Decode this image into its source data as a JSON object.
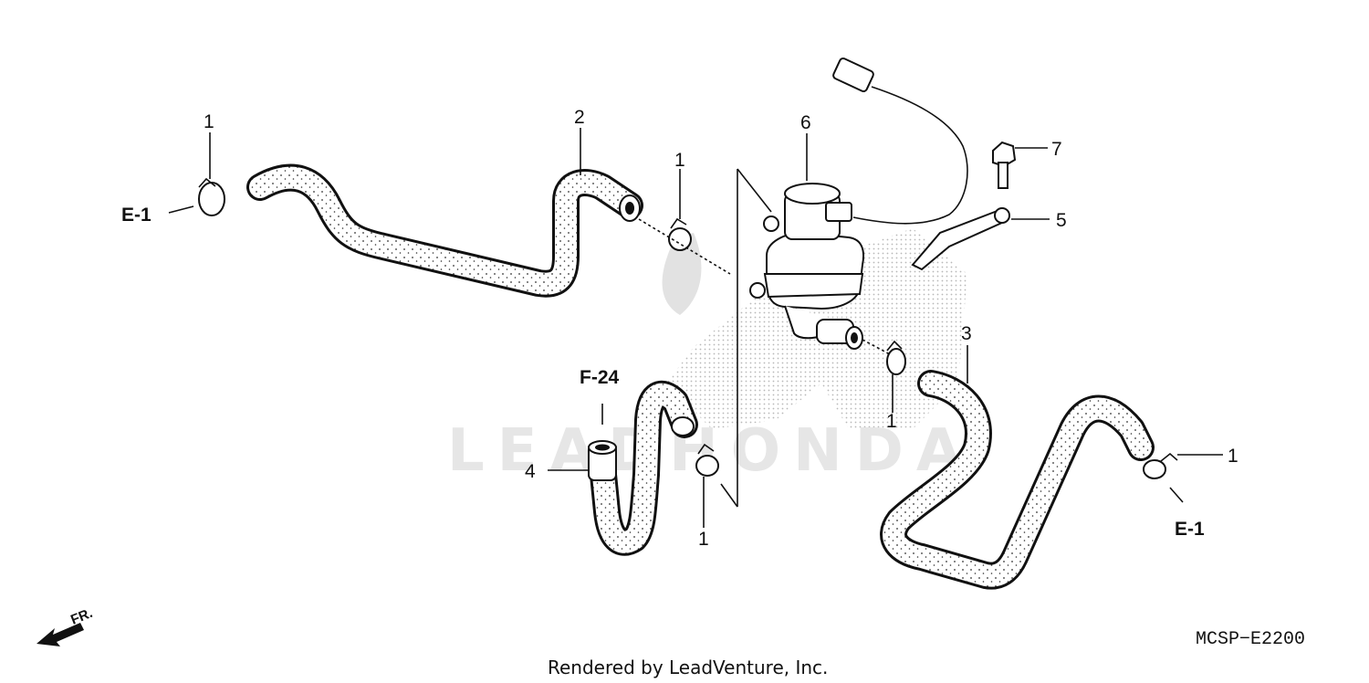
{
  "callouts": {
    "c1_a": "1",
    "c2": "2",
    "c1_b": "1",
    "c6": "6",
    "c7": "7",
    "c5": "5",
    "c3": "3",
    "c1_c": "1",
    "c1_d": "1",
    "c4": "4",
    "c1_e": "1"
  },
  "references": {
    "e1_left": "E-1",
    "e1_right": "E-1",
    "f24": "F-24",
    "front": "FR."
  },
  "watermark": "LEADHONDA",
  "diagram_code": "MCSP−E2200",
  "credit": "Rendered by LeadVenture, Inc.",
  "colors": {
    "ink": "#111111",
    "watermark": "#e6e6e6"
  }
}
